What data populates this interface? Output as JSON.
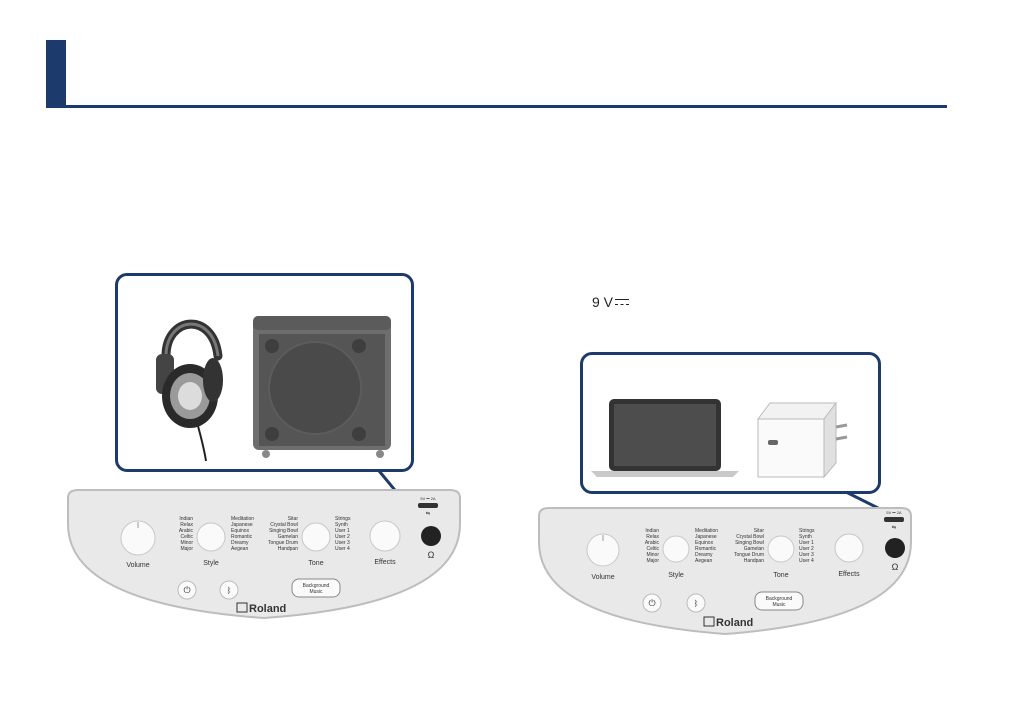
{
  "header": {
    "title": ""
  },
  "power_note": {
    "voltage": "9 V"
  },
  "panel": {
    "volume_label": "Volume",
    "style_label": "Style",
    "tone_label": "Tone",
    "effects_label": "Effects",
    "style_left": [
      "Indian",
      "Relax",
      "Arabic",
      "Celtic",
      "Minor",
      "Major"
    ],
    "style_right": [
      "Meditation",
      "Japanese",
      "Equinox",
      "Romantic",
      "Dreamy",
      "Aegean"
    ],
    "tone_left": [
      "Sitar",
      "Crystal Bowl",
      "Singing Bowl",
      "Gamelan",
      "Tongue Drum",
      "Handpan"
    ],
    "tone_right": [
      "Strings",
      "Synth",
      "User 1",
      "User 2",
      "User 3",
      "User 4"
    ],
    "bg_music_line1": "Background",
    "bg_music_line2": "Music",
    "brand": "Roland",
    "usb_rating": "5V ⎓ 2A",
    "headphone_symbol": "Ω"
  },
  "colors": {
    "accent": "#1d3a6c",
    "panel": "#e9e9e9",
    "panel_edge": "#bdbdbd"
  },
  "icons": [
    "headphones-image",
    "speaker-amp-image",
    "laptop-image",
    "usb-charger-image",
    "power-icon",
    "bluetooth-icon",
    "usb-icon",
    "headphone-jack-icon"
  ]
}
